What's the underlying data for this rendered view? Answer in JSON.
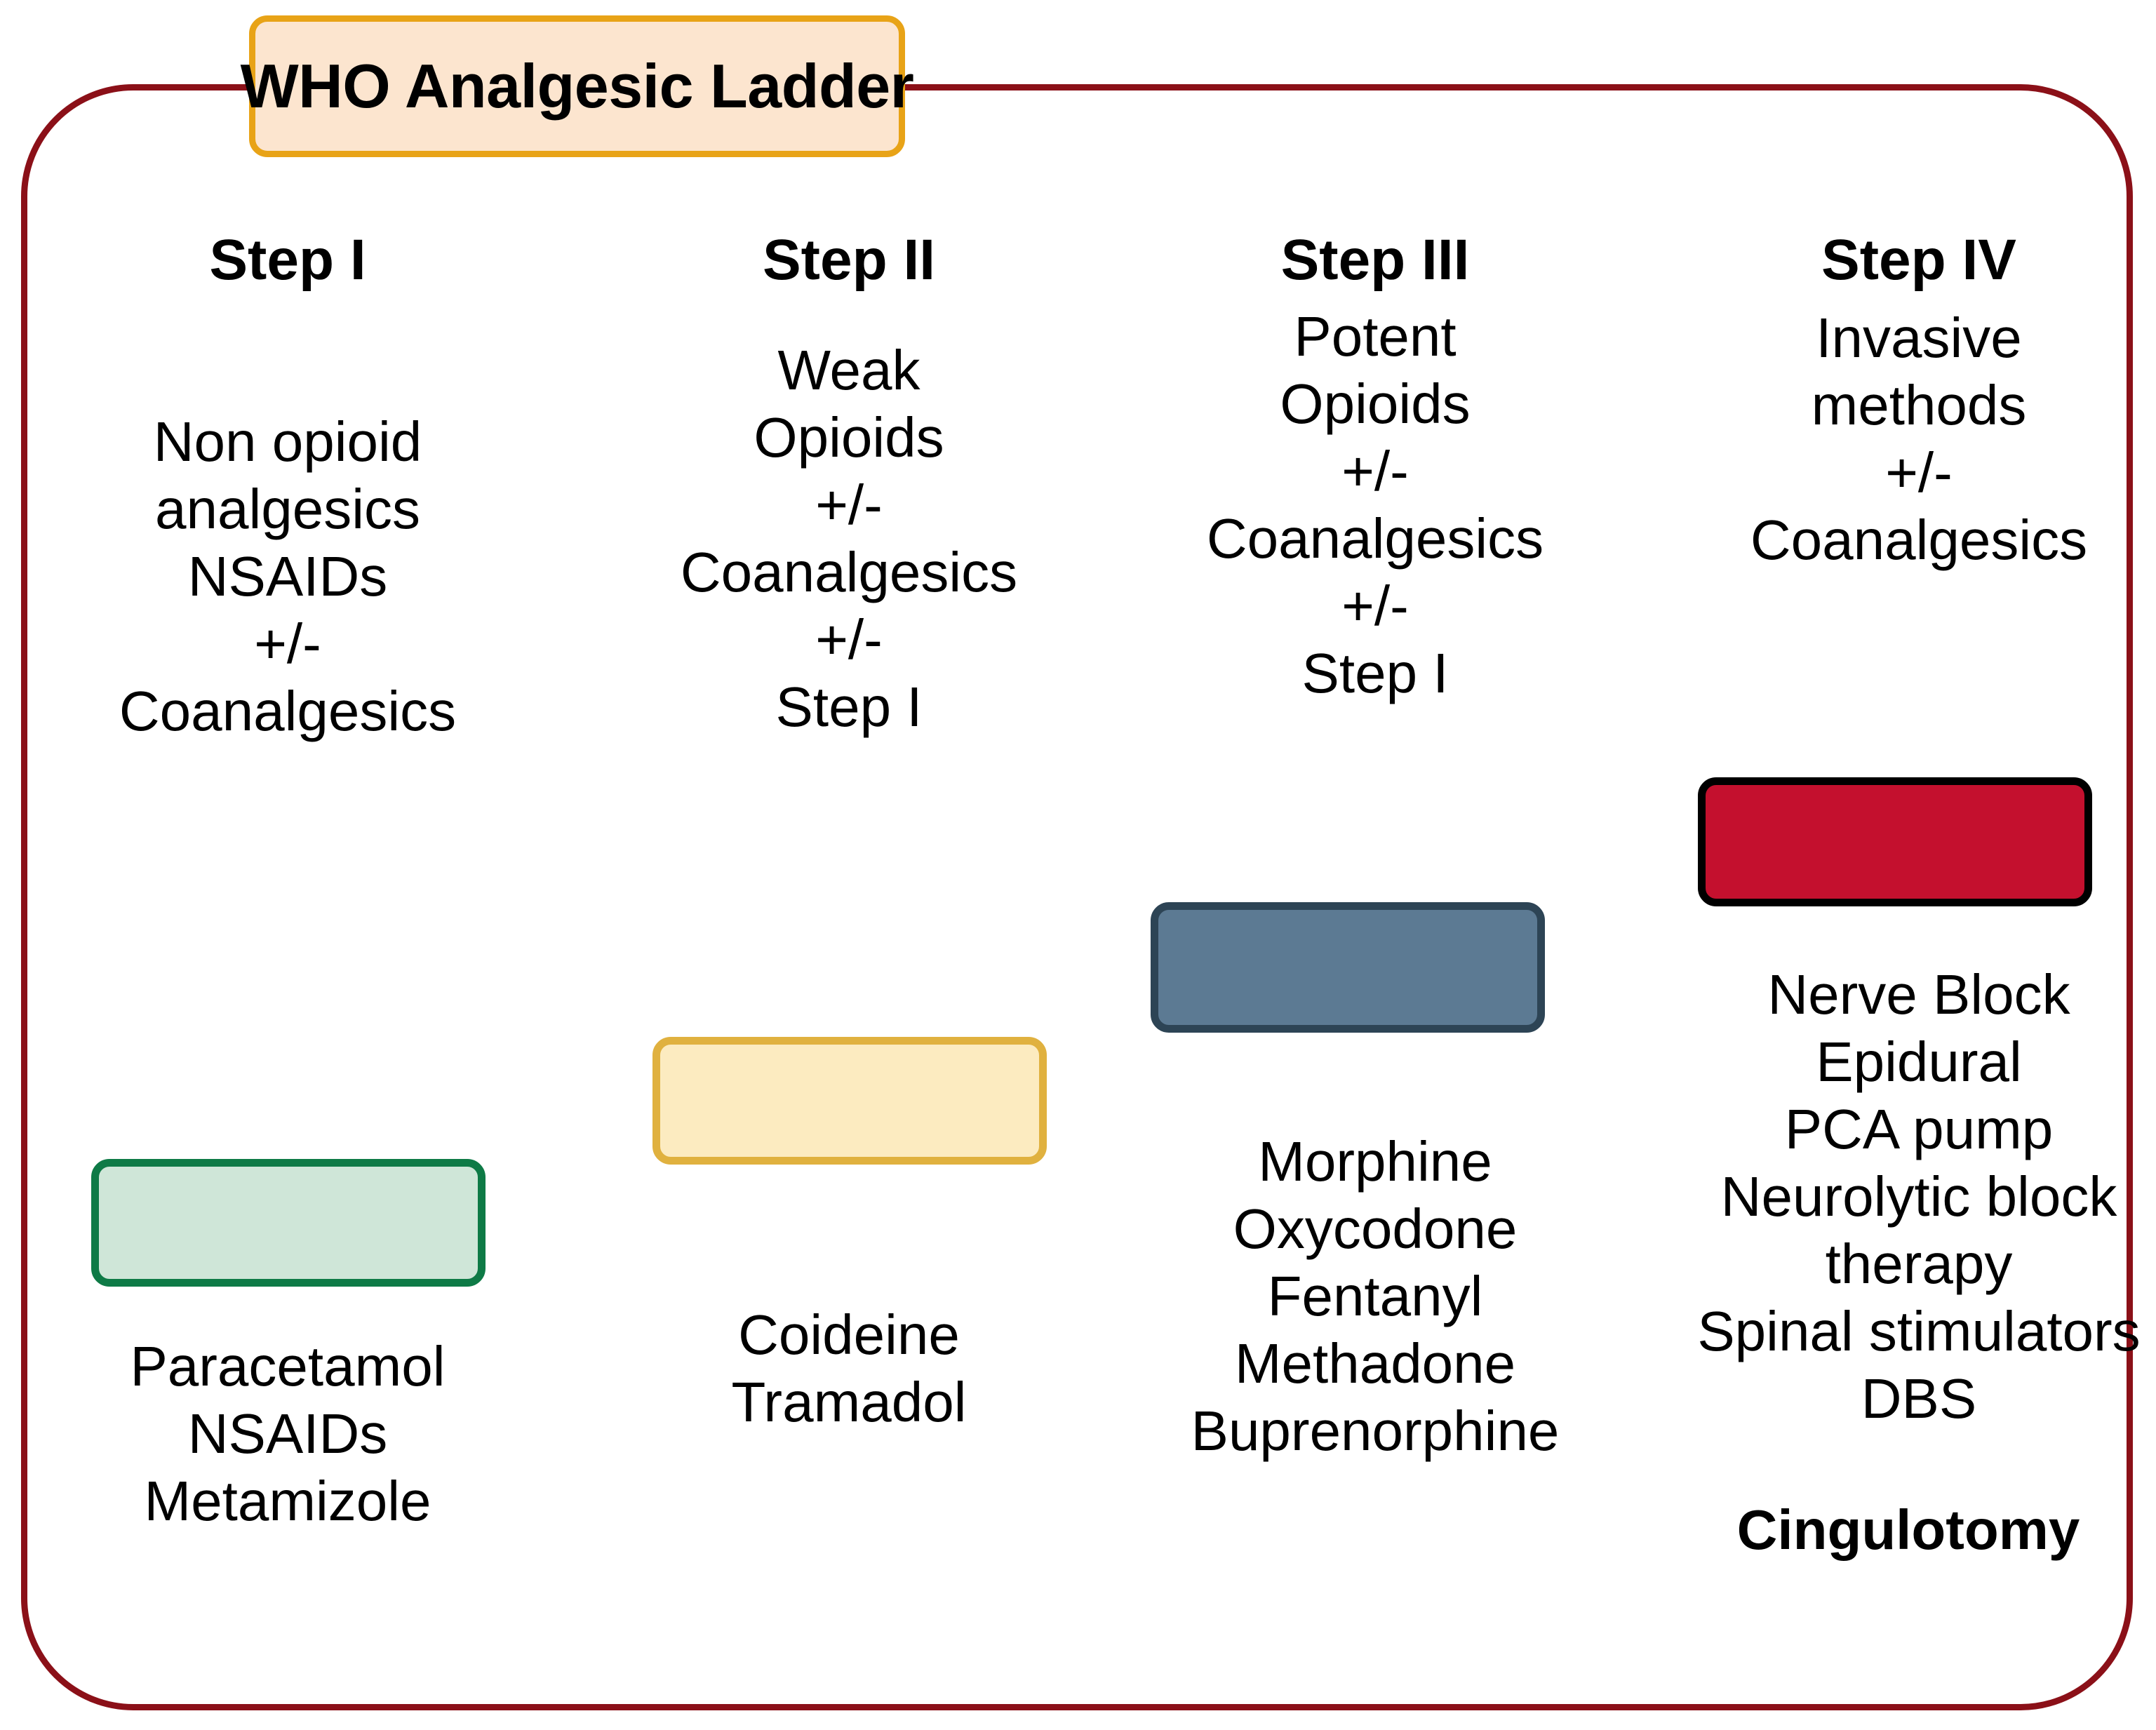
{
  "diagram": {
    "title": "WHO Analgesic Ladder",
    "frame_color": "#8B1018",
    "title_border_color": "#E8A317",
    "title_fill_color": "#FCE5CF"
  },
  "columns": [
    {
      "id": "step-1",
      "heading": "Step I",
      "description": "Non opioid\nanalgesics\nNSAIDs\n+/-\nCoanalgesics",
      "box": {
        "name": "green-box",
        "fill": "#CFE6D8",
        "border": "#0E7A46"
      },
      "drugs": "Paracetamol\nNSAIDs\nMetamizole",
      "note": ""
    },
    {
      "id": "step-2",
      "heading": "Step II",
      "description": "Weak\nOpioids\n+/-\nCoanalgesics\n+/-\nStep I",
      "box": {
        "name": "yellow-box",
        "fill": "#FCEBC0",
        "border": "#E0B13F"
      },
      "drugs": "Coideine\nTramadol",
      "note": ""
    },
    {
      "id": "step-3",
      "heading": "Step III",
      "description": "Potent\nOpioids\n+/-\nCoanalgesics\n+/-\nStep I",
      "box": {
        "name": "blue-box",
        "fill": "#5C7A93",
        "border": "#2D4455"
      },
      "drugs": "Morphine\nOxycodone\nFentanyl\nMethadone\nBuprenorphine",
      "note": ""
    },
    {
      "id": "step-4",
      "heading": "Step IV",
      "description": "Invasive\nmethods\n+/-\nCoanalgesics",
      "box": {
        "name": "red-box",
        "fill": "#C4102E",
        "border": "#000000"
      },
      "drugs": "Nerve Block\nEpidural\nPCA pump\nNeurolytic block\ntherapy\nSpinal stimulators\nDBS",
      "note": "Cingulotomy"
    }
  ]
}
